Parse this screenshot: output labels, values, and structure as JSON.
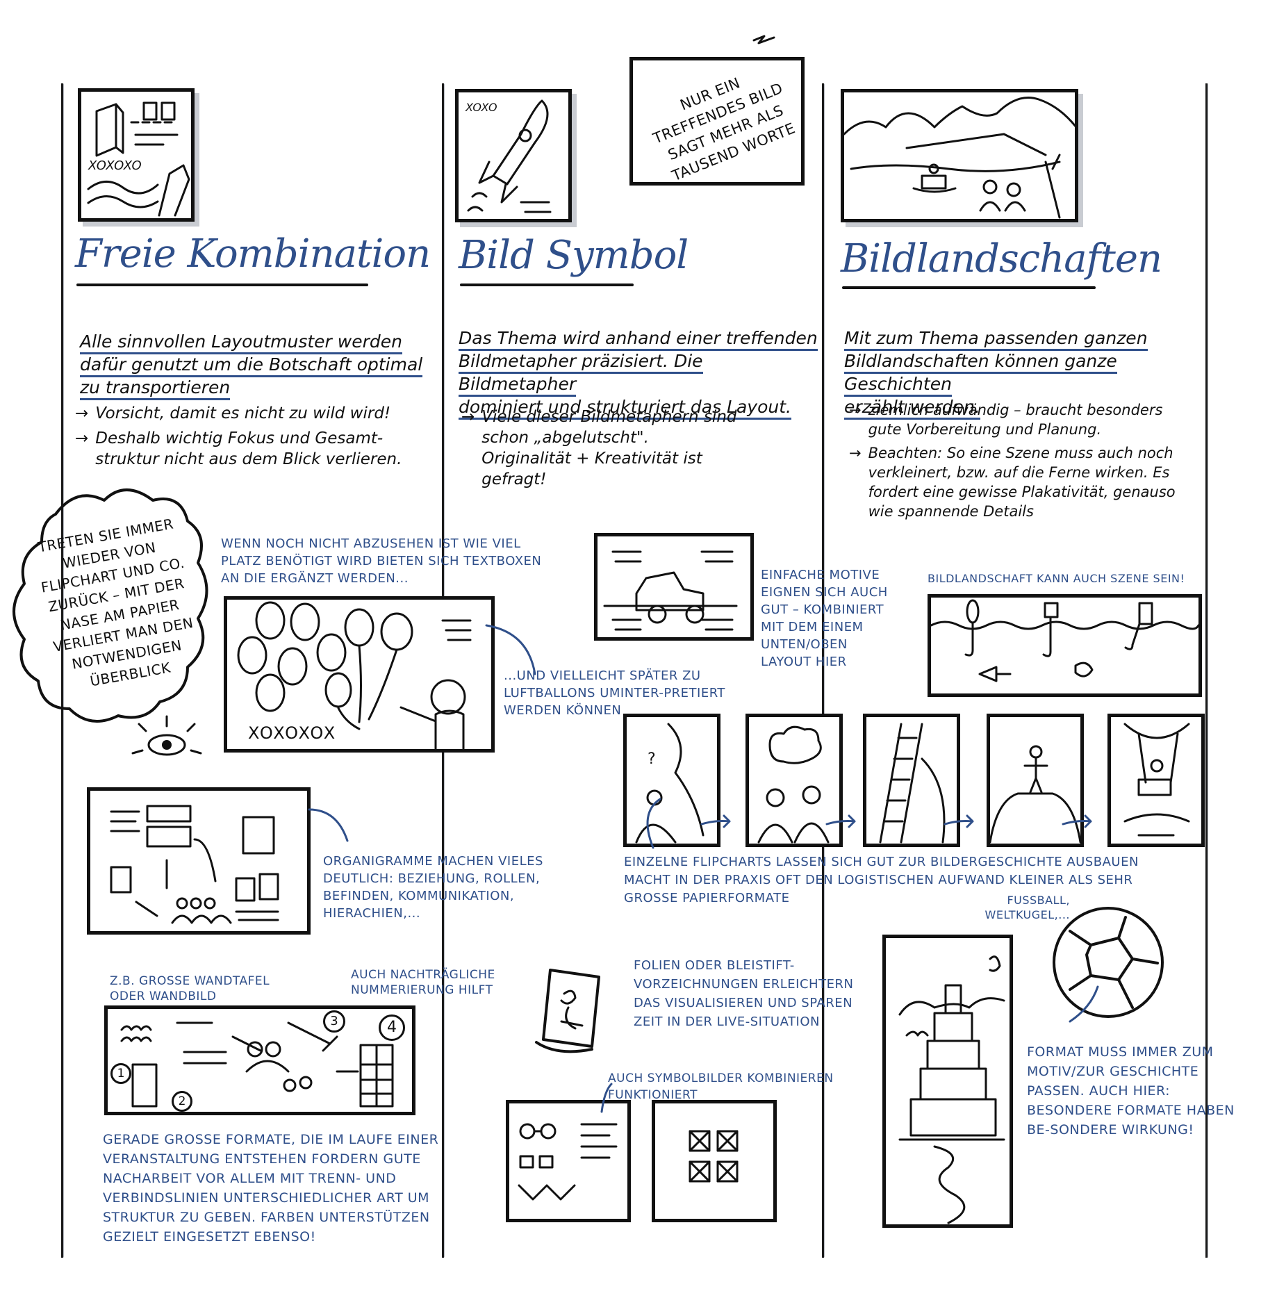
{
  "columns": [
    {
      "title": "Freie Kombination",
      "description": [
        "Alle sinnvollen Layoutmuster werden",
        "dafür genutzt um die Botschaft optimal",
        "zu transportieren"
      ],
      "bullets": [
        "Vorsicht, damit es nicht zu wild wird!",
        "Deshalb wichtig Fokus und Gesamt-struktur nicht aus dem Blick verlieren."
      ],
      "thumb_text": "XOXOXO"
    },
    {
      "title": "Bild Symbol",
      "description": [
        "Das Thema wird anhand einer treffenden",
        "Bildmetapher präzisiert. Die Bildmetapher",
        "dominiert und strukturiert das Layout."
      ],
      "bullets": [
        "Viele dieser Bildmetaphern sind schon „abgelutscht\". Originalität + Kreativität ist gefragt!"
      ],
      "thumb_text": "XOXO"
    },
    {
      "title": "Bildlandschaften",
      "description": [
        "Mit zum Thema passenden ganzen",
        "Bildlandschaften können ganze Geschichten",
        "erzählt werden."
      ],
      "bullets": [
        "ziemlich aufwändig – braucht besonders gute Vorbereitung und Planung.",
        "Beachten: So eine Szene muss auch noch verkleinert, bzw. auf die Ferne wirken. Es fordert eine gewisse Plakativität, genauso wie spannende Details"
      ]
    }
  ],
  "quote": [
    "NUR EIN",
    "TREFFENDES BILD",
    "SAGT MEHR ALS",
    "TAUSEND WORTE"
  ],
  "notes": {
    "cloud": "TRETEN SIE IMMER WIEDER VON FLIPCHART UND CO. ZURÜCK – MIT DER NASE AM PAPIER VERLIERT MAN DEN NOTWENDIGEN ÜBERBLICK",
    "textboxes": "WENN NOCH NICHT ABZUSEHEN IST WIE VIEL PLATZ BENÖTIGT WIRD BIETEN SICH TEXTBOXEN AN DIE ERGÄNZT WERDEN...",
    "balloons": "...UND VIELLEICHT SPÄTER ZU LUFTBALLONS UMINTER-PRETIERT WERDEN KÖNNEN",
    "balloon_frame_text": "XOXOXOX",
    "organigram": "ORGANIGRAMME MACHEN VIELES DEUTLICH: BEZIEHUNG, ROLLEN, BEFINDEN, KOMMUNIKATION, HIERACHIEN,...",
    "wall": "Z.B. GROSSE WANDTAFEL ODER WANDBILD",
    "numbering": "AUCH NACHTRÄGLICHE NUMMERIERUNG HILFT",
    "large_formats": "GERADE GROSSE FORMATE, DIE IM LAUFE EINER VERANSTALTUNG ENTSTEHEN FORDERN GUTE NACHARBEIT VOR ALLEM MIT TRENN- UND VERBINDSLINIEN UNTERSCHIEDLICHER ART UM STRUKTUR ZU GEBEN. FARBEN UNTERSTÜTZEN GEZIELT EINGESETZT EBENSO!",
    "simple_motifs": "EINFACHE MOTIVE EIGNEN SICH AUCH GUT – KOMBINIERT MIT DEM EINEM UNTEN/OBEN LAYOUT HIER",
    "scene": "BILDLANDSCHAFT KANN AUCH SZENE SEIN!",
    "flipcharts": "EINZELNE FLIPCHARTS LASSEN SICH GUT ZUR BILDERGESCHICHTE AUSBAUEN MACHT IN DER PRAXIS OFT DEN LOGISTISCHEN AUFWAND KLEINER ALS SEHR GROSSE PAPIERFORMATE",
    "foils": "FOLIEN ODER BLEISTIFT-VORZEICHNUNGEN ERLEICHTERN DAS VISUALISIEREN UND SPAREN ZEIT IN DER LIVE-SITUATION",
    "symbol_combine": "AUCH SYMBOLBILDER KOMBINIEREN FUNKTIONIERT",
    "football": "FUSSBALL, WELTKUGEL,...",
    "format": "FORMAT MUSS IMMER ZUM MOTIV/ZUR GESCHICHTE PASSEN. AUCH HIER: BESONDERE FORMATE HABEN BE-SONDERE WIRKUNG!"
  },
  "numbers": [
    "1",
    "2",
    "3",
    "4"
  ],
  "colors": {
    "accent": "#2f4f8a",
    "ink": "#111111",
    "shadow": "#c9ccd2"
  }
}
